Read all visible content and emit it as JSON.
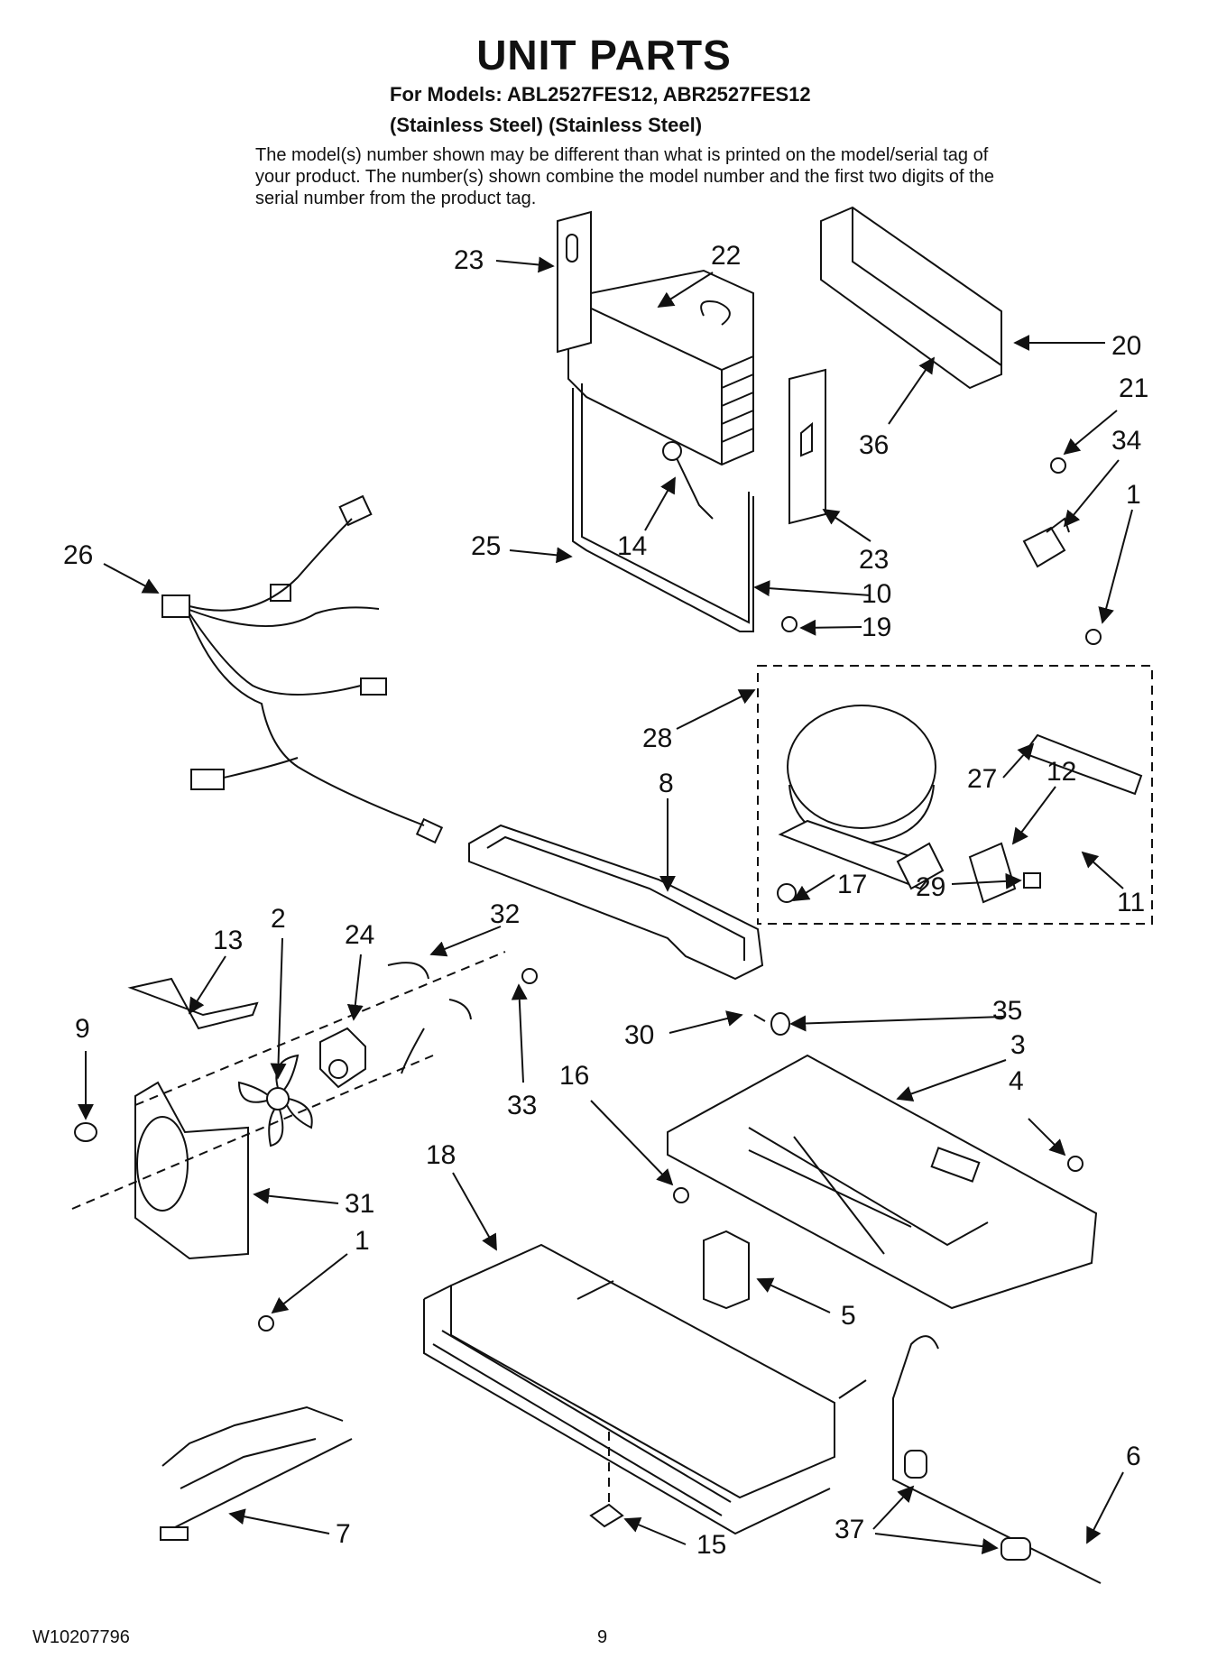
{
  "header": {
    "title": "UNIT PARTS",
    "models": "For Models: ABL2527FES12, ABR2527FES12",
    "finish": "(Stainless Steel) (Stainless Steel)",
    "note": "The model(s) number shown may be different than what is printed on the model/serial tag of your product. The number(s) shown combine the model number and the first two digits of the serial number from the product tag."
  },
  "callouts": [
    {
      "id": "c23a",
      "label": "23"
    },
    {
      "id": "c22",
      "label": "22"
    },
    {
      "id": "c20",
      "label": "20"
    },
    {
      "id": "c21",
      "label": "21"
    },
    {
      "id": "c36",
      "label": "36"
    },
    {
      "id": "c34",
      "label": "34"
    },
    {
      "id": "c1a",
      "label": "1"
    },
    {
      "id": "c26",
      "label": "26"
    },
    {
      "id": "c25",
      "label": "25"
    },
    {
      "id": "c14",
      "label": "14"
    },
    {
      "id": "c23b",
      "label": "23"
    },
    {
      "id": "c10",
      "label": "10"
    },
    {
      "id": "c19",
      "label": "19"
    },
    {
      "id": "c28",
      "label": "28"
    },
    {
      "id": "c27",
      "label": "27"
    },
    {
      "id": "c12",
      "label": "12"
    },
    {
      "id": "c8",
      "label": "8"
    },
    {
      "id": "c17",
      "label": "17"
    },
    {
      "id": "c29",
      "label": "29"
    },
    {
      "id": "c11",
      "label": "11"
    },
    {
      "id": "c13",
      "label": "13"
    },
    {
      "id": "c2",
      "label": "2"
    },
    {
      "id": "c24",
      "label": "24"
    },
    {
      "id": "c32",
      "label": "32"
    },
    {
      "id": "c9",
      "label": "9"
    },
    {
      "id": "c33",
      "label": "33"
    },
    {
      "id": "c35",
      "label": "35"
    },
    {
      "id": "c30",
      "label": "30"
    },
    {
      "id": "c3",
      "label": "3"
    },
    {
      "id": "c16",
      "label": "16"
    },
    {
      "id": "c4",
      "label": "4"
    },
    {
      "id": "c18",
      "label": "18"
    },
    {
      "id": "c31",
      "label": "31"
    },
    {
      "id": "c1b",
      "label": "1"
    },
    {
      "id": "c5",
      "label": "5"
    },
    {
      "id": "c6",
      "label": "6"
    },
    {
      "id": "c7",
      "label": "7"
    },
    {
      "id": "c15",
      "label": "15"
    },
    {
      "id": "c37",
      "label": "37"
    }
  ],
  "footer": {
    "doc_number": "W10207796",
    "page_number": "9"
  }
}
